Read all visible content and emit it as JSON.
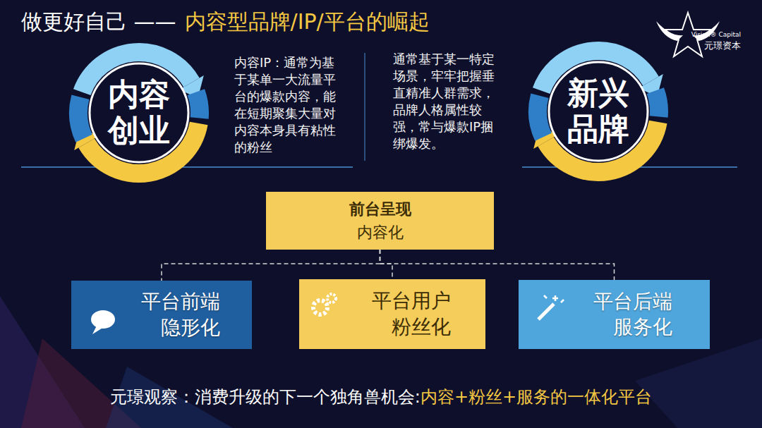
{
  "diagram": {
    "title": "做更好自己 ——",
    "caption": "元璟观察：消费升级的下一个独角兽机会:",
    "nodes": [
      {
        "text": [
          "内容 创业"
        ]
      },
      {
        "text": [
          "新兴 品牌"
        ]
      },
      {
        "text": [
          "前台呈现",
          "内容化"
        ]
      },
      {
        "text": [
          "平台前端 隐形化"
        ]
      },
      {
        "text": [
          "平台用户 粉丝化"
        ]
      },
      {
        "text": [
          "平台后端 服务化"
        ]
      }
    ],
    "edges": [
      {
        "from": 2,
        "to": 3,
        "arrow": "none"
      },
      {
        "from": 2,
        "to": 4,
        "arrow": "none"
      },
      {
        "from": 2,
        "to": 5,
        "arrow": "none"
      }
    ],
    "labels": [
      "内容型品牌/IP/平台的崛起",
      "内容IP：通常为基于某单一大流量平台的爆款内容，能在短期聚集大量对内容本身具有粘性的粉丝",
      "通常基于某一特定场景，牢牢把握垂直精准人群需求，品牌人格属性较强，常与爆款IP捆绑爆发。",
      "Vision® Capital",
      "元璟资本",
      "内容+粉丝+服务的一体化平台"
    ]
  }
}
